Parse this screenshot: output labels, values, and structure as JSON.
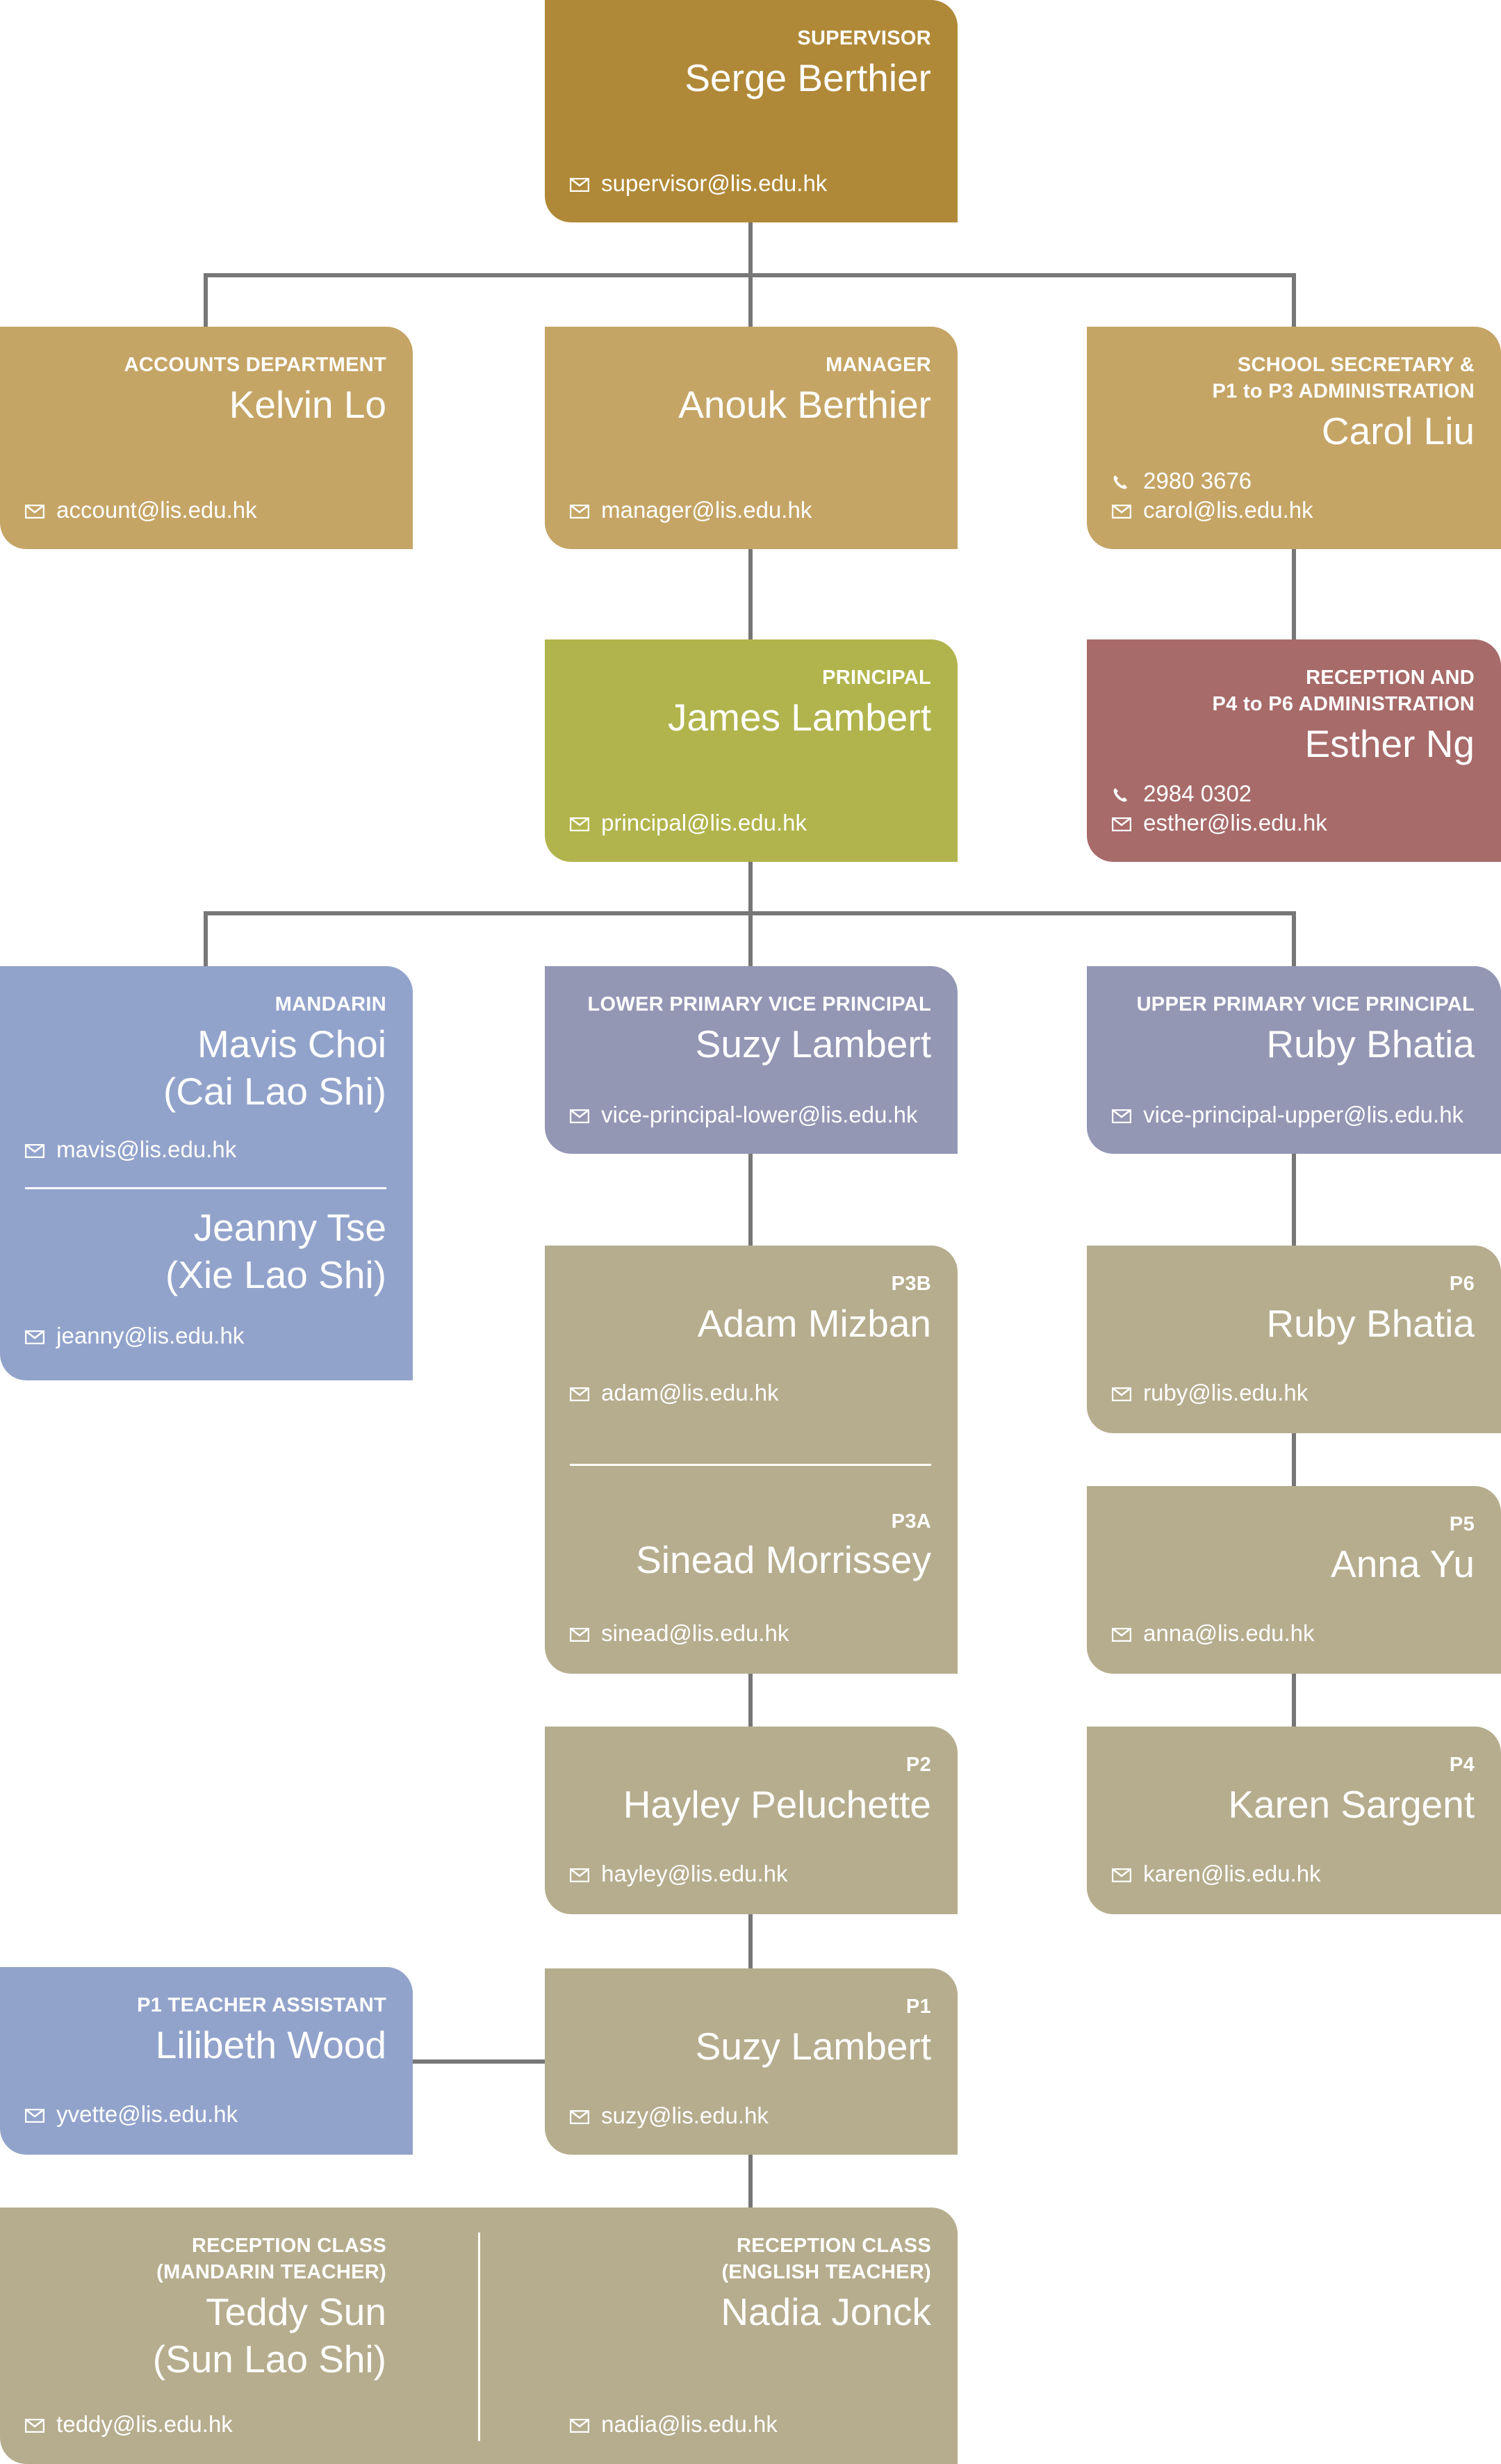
{
  "colors": {
    "supervisor": "#B08938",
    "leadership": "#C5A566",
    "principal": "#B1B44C",
    "reception_admin": "#A76B6A",
    "blue": "#92A3CB",
    "slate": "#9397B4",
    "teacher": "#B6AD8E",
    "connector": "#777777"
  },
  "supervisor": {
    "role": "SUPERVISOR",
    "name": "Serge Berthier",
    "email": "supervisor@lis.edu.hk"
  },
  "accounts": {
    "role": "ACCOUNTS DEPARTMENT",
    "name": "Kelvin Lo",
    "email": "account@lis.edu.hk"
  },
  "manager": {
    "role": "MANAGER",
    "name": "Anouk Berthier",
    "email": "manager@lis.edu.hk"
  },
  "secretary": {
    "role": "SCHOOL SECRETARY &\nP1 to P3 ADMINISTRATION",
    "name": "Carol Liu",
    "phone": "2980 3676",
    "email": "carol@lis.edu.hk"
  },
  "principal": {
    "role": "PRINCIPAL",
    "name": "James Lambert",
    "email": "principal@lis.edu.hk"
  },
  "reception_admin": {
    "role": "RECEPTION AND\nP4 to P6 ADMINISTRATION",
    "name": "Esther Ng",
    "phone": "2984 0302",
    "email": "esther@lis.edu.hk"
  },
  "mandarin": {
    "role": "MANDARIN",
    "name1": "Mavis Choi\n(Cai Lao Shi)",
    "email1": "mavis@lis.edu.hk",
    "name2": "Jeanny Tse\n(Xie Lao Shi)",
    "email2": "jeanny@lis.edu.hk"
  },
  "vp_lower": {
    "role": "LOWER PRIMARY VICE PRINCIPAL",
    "name": "Suzy Lambert",
    "email": "vice-principal-lower@lis.edu.hk"
  },
  "vp_upper": {
    "role": "UPPER PRIMARY VICE PRINCIPAL",
    "name": "Ruby Bhatia",
    "email": "vice-principal-upper@lis.edu.hk"
  },
  "p3": {
    "role1": "P3B",
    "name1": "Adam Mizban",
    "email1": "adam@lis.edu.hk",
    "role2": "P3A",
    "name2": "Sinead Morrissey",
    "email2": "sinead@lis.edu.hk"
  },
  "p6": {
    "role": "P6",
    "name": "Ruby Bhatia",
    "email": "ruby@lis.edu.hk"
  },
  "p5": {
    "role": "P5",
    "name": "Anna Yu",
    "email": "anna@lis.edu.hk"
  },
  "p2": {
    "role": "P2",
    "name": "Hayley Peluchette",
    "email": "hayley@lis.edu.hk"
  },
  "p4": {
    "role": "P4",
    "name": "Karen Sargent",
    "email": "karen@lis.edu.hk"
  },
  "p1_assistant": {
    "role": "P1 TEACHER ASSISTANT",
    "name": "Lilibeth Wood",
    "email": "yvette@lis.edu.hk"
  },
  "p1": {
    "role": "P1",
    "name": "Suzy Lambert",
    "email": "suzy@lis.edu.hk"
  },
  "reception_class": {
    "role1": "RECEPTION CLASS\n(MANDARIN TEACHER)",
    "name1": "Teddy Sun\n(Sun Lao Shi)",
    "email1": "teddy@lis.edu.hk",
    "role2": "RECEPTION CLASS\n(ENGLISH TEACHER)",
    "name2": "Nadia Jonck",
    "email2": "nadia@lis.edu.hk"
  }
}
